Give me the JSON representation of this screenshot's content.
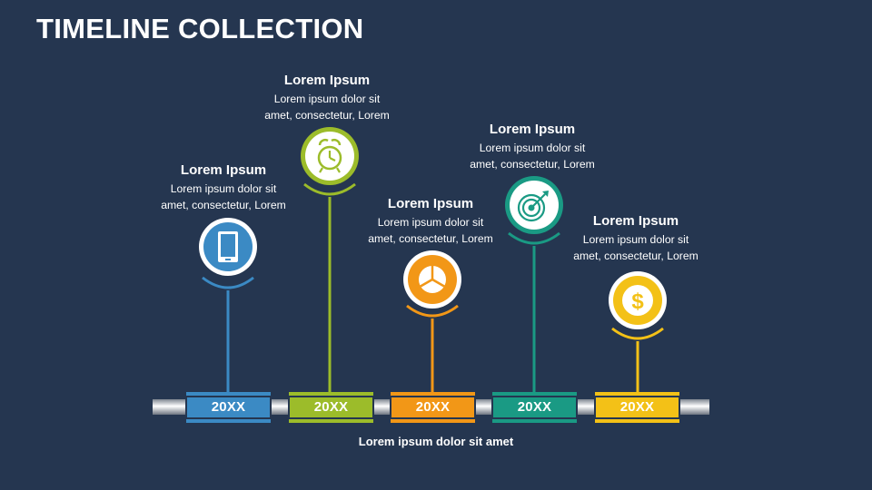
{
  "title": "TIMELINE COLLECTION",
  "footer": "Lorem ipsum dolor sit amet",
  "colors": {
    "background": "#253650",
    "blue": "#3b8ac4",
    "green": "#9cbc2a",
    "orange": "#f29717",
    "teal": "#1a9a84",
    "yellow": "#f3c117"
  },
  "milestones": [
    {
      "year": "20XX",
      "heading": "Lorem Ipsum",
      "text_line1": "Lorem ipsum dolor sit",
      "text_line2": "amet, consectetur, Lorem",
      "icon": "tablet-icon",
      "color": "blue"
    },
    {
      "year": "20XX",
      "heading": "Lorem Ipsum",
      "text_line1": "Lorem ipsum dolor sit",
      "text_line2": "amet, consectetur, Lorem",
      "icon": "alarm-clock-icon",
      "color": "green"
    },
    {
      "year": "20XX",
      "heading": "Lorem Ipsum",
      "text_line1": "Lorem ipsum dolor sit",
      "text_line2": "amet, consectetur, Lorem",
      "icon": "pie-chart-icon",
      "color": "orange"
    },
    {
      "year": "20XX",
      "heading": "Lorem Ipsum",
      "text_line1": "Lorem ipsum dolor sit",
      "text_line2": "amet, consectetur, Lorem",
      "icon": "target-icon",
      "color": "teal"
    },
    {
      "year": "20XX",
      "heading": "Lorem Ipsum",
      "text_line1": "Lorem ipsum dolor sit",
      "text_line2": "amet, consectetur, Lorem",
      "icon": "dollar-coin-icon",
      "color": "yellow"
    }
  ]
}
